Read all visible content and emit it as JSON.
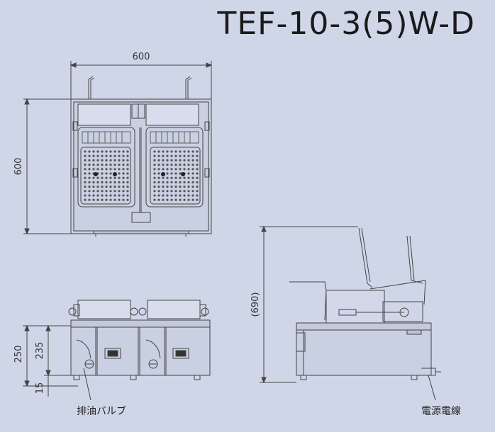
{
  "title": "TEF-10-3(5)W-D",
  "dimensions": {
    "width": "600",
    "depth": "600",
    "height_total": "250",
    "height_body": "235",
    "leg": "15",
    "side_height": "(690)"
  },
  "labels": {
    "drain_valve": "排油バルブ",
    "power_cord": "電源電線"
  }
}
